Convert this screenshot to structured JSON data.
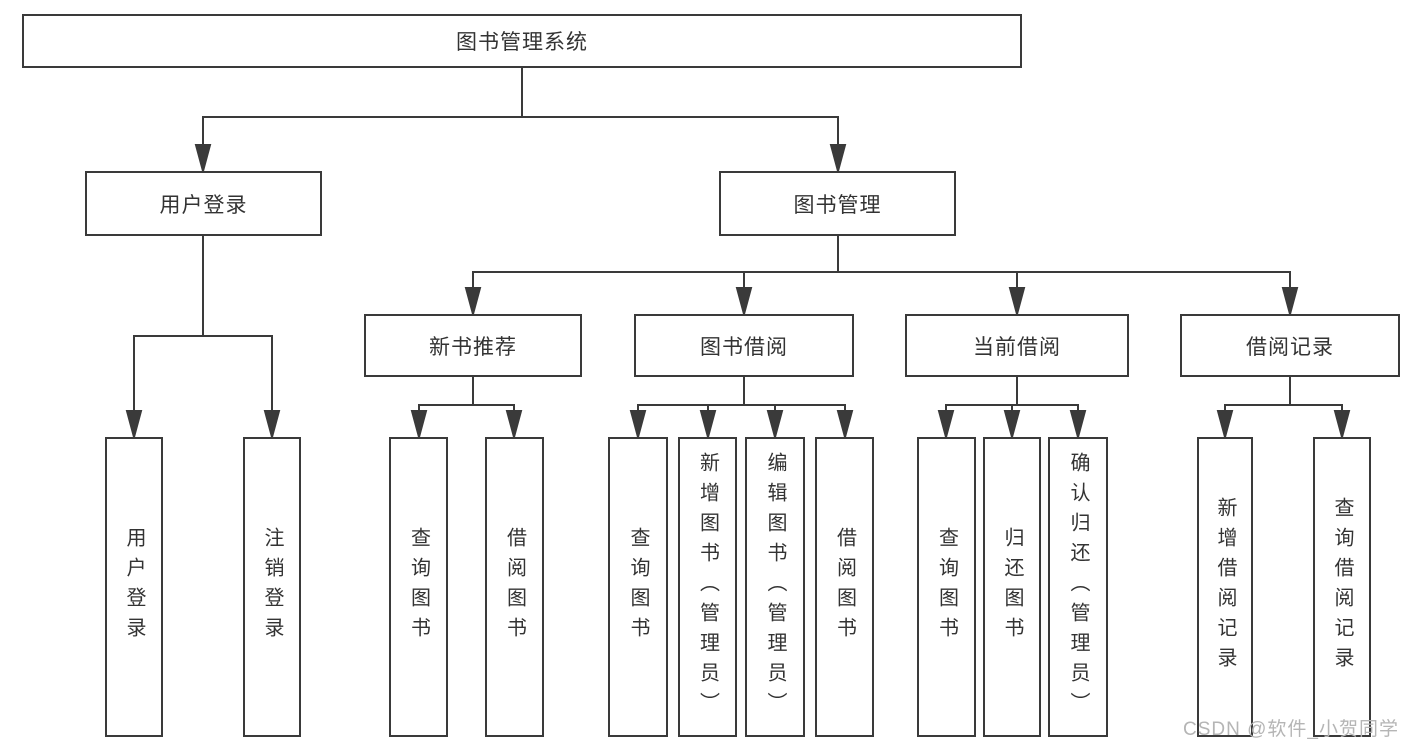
{
  "tree": {
    "root": {
      "label": "图书管理系统"
    },
    "children": [
      {
        "label": "用户登录",
        "children": [
          {
            "label": "用户登录"
          },
          {
            "label": "注销登录"
          }
        ]
      },
      {
        "label": "图书管理",
        "children": [
          {
            "label": "新书推荐",
            "children": [
              {
                "label": "查询图书"
              },
              {
                "label": "借阅图书"
              }
            ]
          },
          {
            "label": "图书借阅",
            "children": [
              {
                "label": "查询图书"
              },
              {
                "label": "新增图书（管理员）"
              },
              {
                "label": "编辑图书（管理员）"
              },
              {
                "label": "借阅图书"
              }
            ]
          },
          {
            "label": "当前借阅",
            "children": [
              {
                "label": "查询图书"
              },
              {
                "label": "归还图书"
              },
              {
                "label": "确认归还（管理员）"
              }
            ]
          },
          {
            "label": "借阅记录",
            "children": [
              {
                "label": "新增借阅记录"
              },
              {
                "label": "查询借阅记录"
              }
            ]
          }
        ]
      }
    ]
  },
  "watermark": {
    "text": "CSDN @软件_小贺同学"
  },
  "style": {
    "line_color": "#3a3a3a",
    "border_color": "#3a3a3a",
    "text_color": "#333333",
    "watermark_color": "#b5b5b5",
    "background": "#ffffff"
  }
}
